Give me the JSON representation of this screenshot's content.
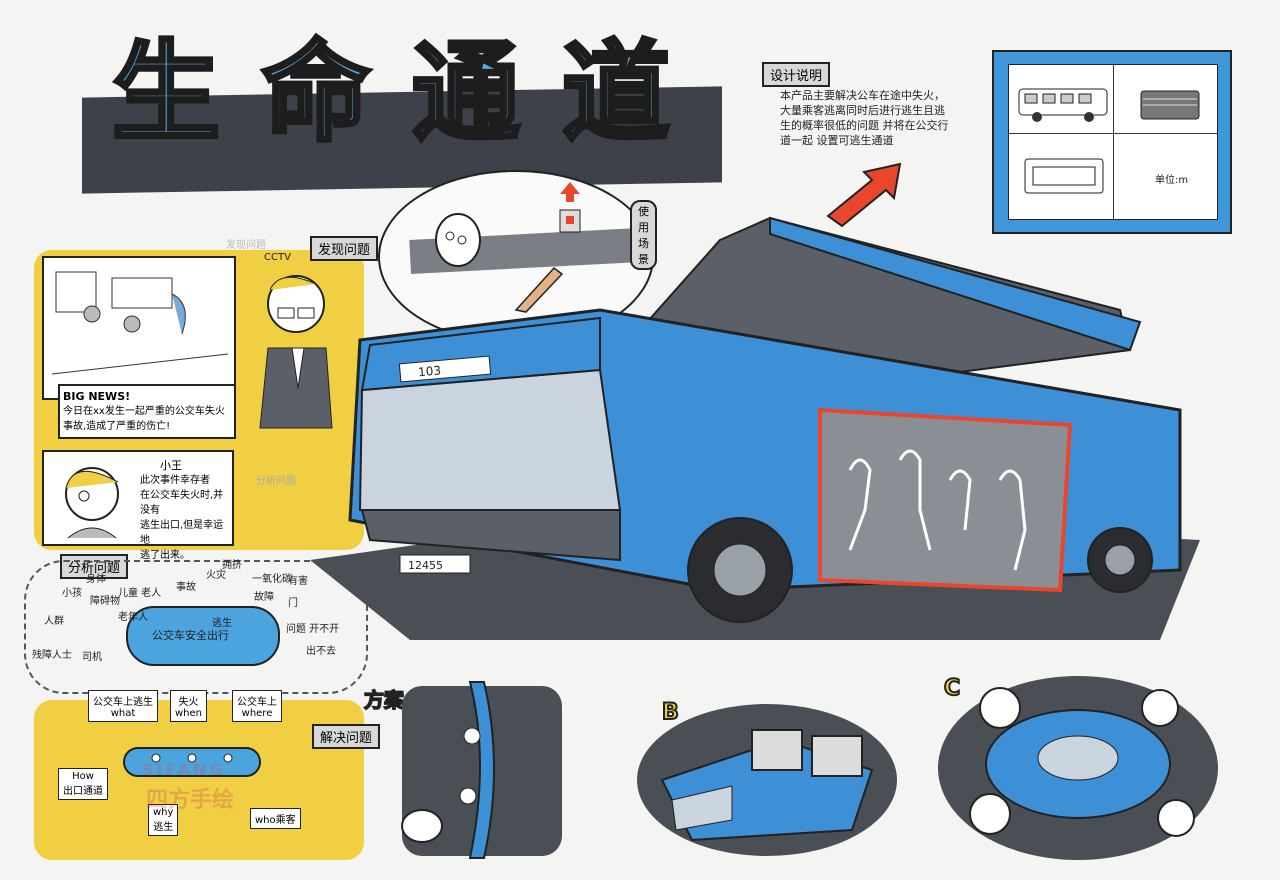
{
  "title": {
    "chars": [
      "生",
      "命",
      "通",
      "道"
    ]
  },
  "labels": {
    "discover_problem": "发现问题",
    "design_note_label": "设计说明",
    "usage_scene": "使用场景",
    "analyze_problem": "分析问题",
    "solve_problem": "解决问题",
    "plan_a": "方案A",
    "plan_b": "B",
    "plan_c": "C",
    "unit": "单位:m",
    "cctv": "CCTV",
    "analysis_faded": "分析问题",
    "discover_faded": "发现问题"
  },
  "design_note": {
    "lines": [
      "本产品主要解决公车在途中失火，",
      "大量乘客逃离同时后进行逃生且逃",
      "生的概率很低的问题 并将在公交行",
      "道一起 设置可逃生通道"
    ]
  },
  "comic": {
    "news_title": "BIG NEWS!",
    "news_body": "今日在xx发生一起严重的公交车失火事故,造成了严重的伤亡!",
    "person_name": "小王",
    "person_lines": [
      "此次事件幸存者",
      "在公交车失火时,并没有",
      "逃生出口,但是幸运地",
      "逃了出来。"
    ]
  },
  "analysis": {
    "center": "公交车安全出行",
    "words": [
      "人群",
      "老年人",
      "小孩",
      "儿童 老人",
      "残障人士",
      "逃生",
      "司机",
      "障碍物",
      "身体",
      "故障",
      "火灾",
      "事故",
      "拥挤",
      "一氧化碳",
      "门",
      "问题 开不开",
      "出不去",
      "有害"
    ]
  },
  "solve": {
    "what": "公交车上逃生\nwhat",
    "when": "失火\nwhen",
    "where": "公交车上\nwhere",
    "how": "How\n出口通道",
    "why": "why\n逃生",
    "who": "who乘客"
  },
  "bus": {
    "plate_front": "103",
    "plate_bottom": "12455"
  },
  "watermark": {
    "brand": "SIFANG",
    "cn": "四方手绘"
  },
  "colors": {
    "accent_blue": "#3d8fd6",
    "marker_gray": "#4a4e55",
    "yellow": "#f0cf42",
    "red_arrow": "#e8472e"
  }
}
